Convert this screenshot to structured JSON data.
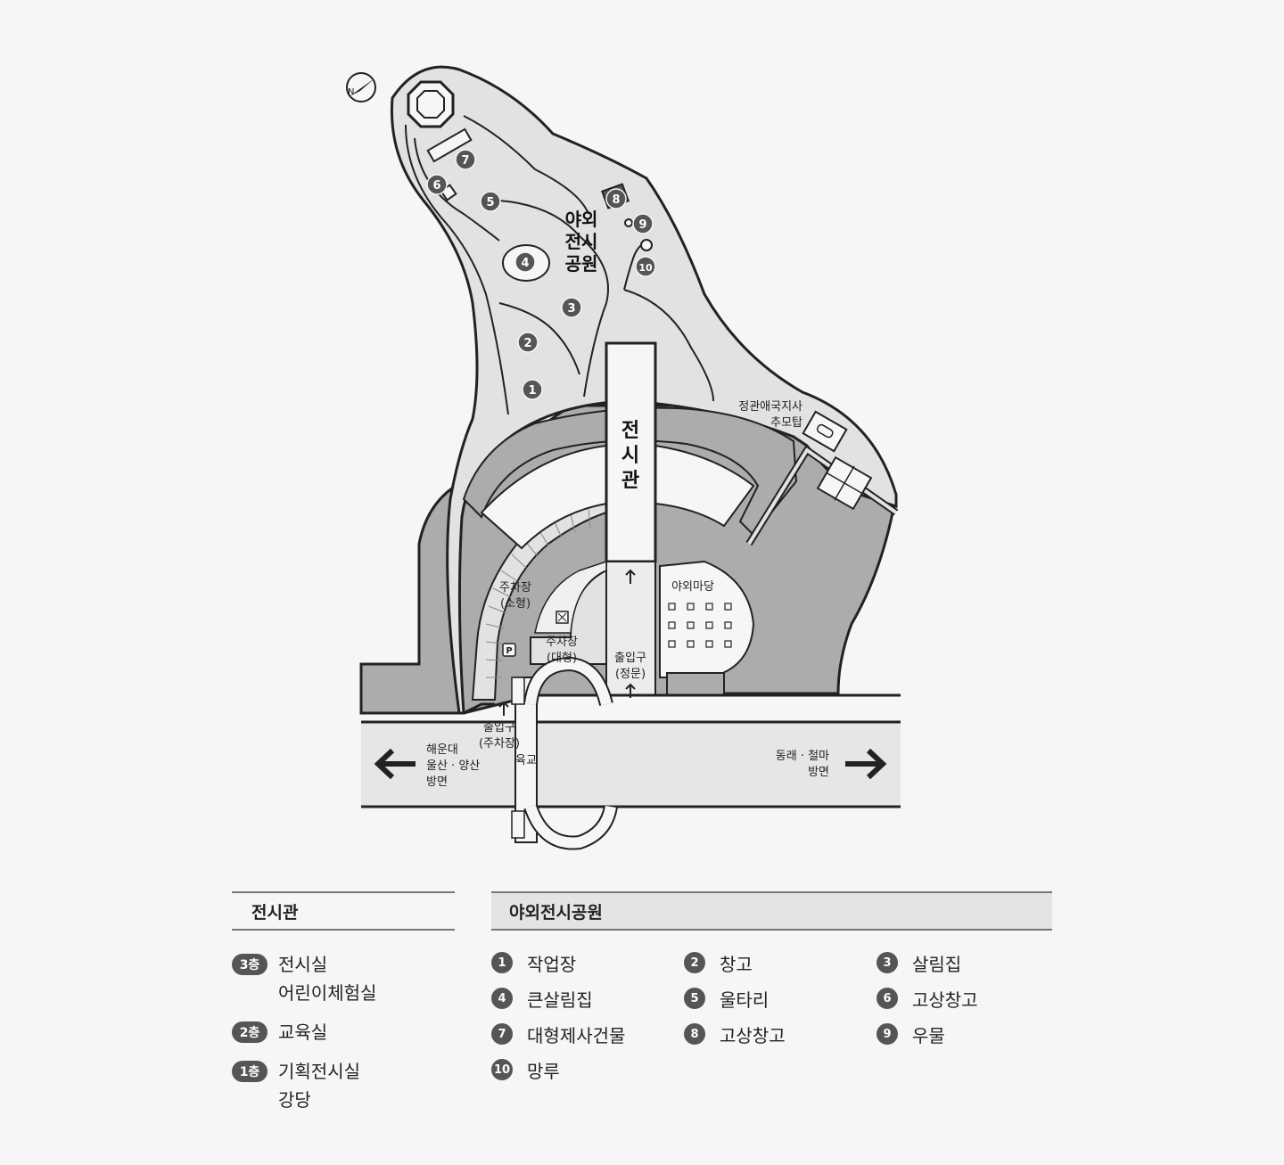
{
  "map": {
    "hall_label": "전시관",
    "park_label_lines": [
      "야외",
      "전시",
      "공원"
    ],
    "memorial_lines": [
      "정관애국지사",
      "추모탑"
    ],
    "outdoor_yard": "야외마당",
    "parking_small_lines": [
      "주차장",
      "(소형)"
    ],
    "parking_large_lines": [
      "주차장",
      "(대형)"
    ],
    "main_gate_lines": [
      "출입구",
      "(정문)"
    ],
    "parking_gate_lines": [
      "출입구",
      "(주차장)"
    ],
    "overpass": "육교",
    "west_direction_lines": [
      "해운대",
      "울산 · 양산",
      "방면"
    ],
    "east_direction_lines": [
      "동래 · 철마",
      "방면"
    ],
    "parking_icon": "P",
    "compass": "north-arrow-icon",
    "markers": [
      "1",
      "2",
      "3",
      "4",
      "5",
      "6",
      "7",
      "8",
      "9",
      "10"
    ],
    "colors": {
      "background": "#f6f6f6",
      "park_fill": "#e2e2e2",
      "dark_fill": "#acacac",
      "road_fill": "#e6e6e6",
      "marker": "#555555",
      "outline": "#222222"
    }
  },
  "hall_legend": {
    "title": "전시관",
    "floors": [
      {
        "badge": "3층",
        "rooms": [
          "전시실",
          "어린이체험실"
        ]
      },
      {
        "badge": "2층",
        "rooms": [
          "교육실"
        ]
      },
      {
        "badge": "1층",
        "rooms": [
          "기획전시실",
          "강당"
        ]
      }
    ]
  },
  "park_legend": {
    "title": "야외전시공원",
    "items": [
      {
        "num": "1",
        "label": "작업장"
      },
      {
        "num": "2",
        "label": "창고"
      },
      {
        "num": "3",
        "label": "살림집"
      },
      {
        "num": "4",
        "label": "큰살림집"
      },
      {
        "num": "5",
        "label": "울타리"
      },
      {
        "num": "6",
        "label": "고상창고"
      },
      {
        "num": "7",
        "label": "대형제사건물"
      },
      {
        "num": "8",
        "label": "고상창고"
      },
      {
        "num": "9",
        "label": "우물"
      },
      {
        "num": "10",
        "label": "망루"
      }
    ]
  }
}
